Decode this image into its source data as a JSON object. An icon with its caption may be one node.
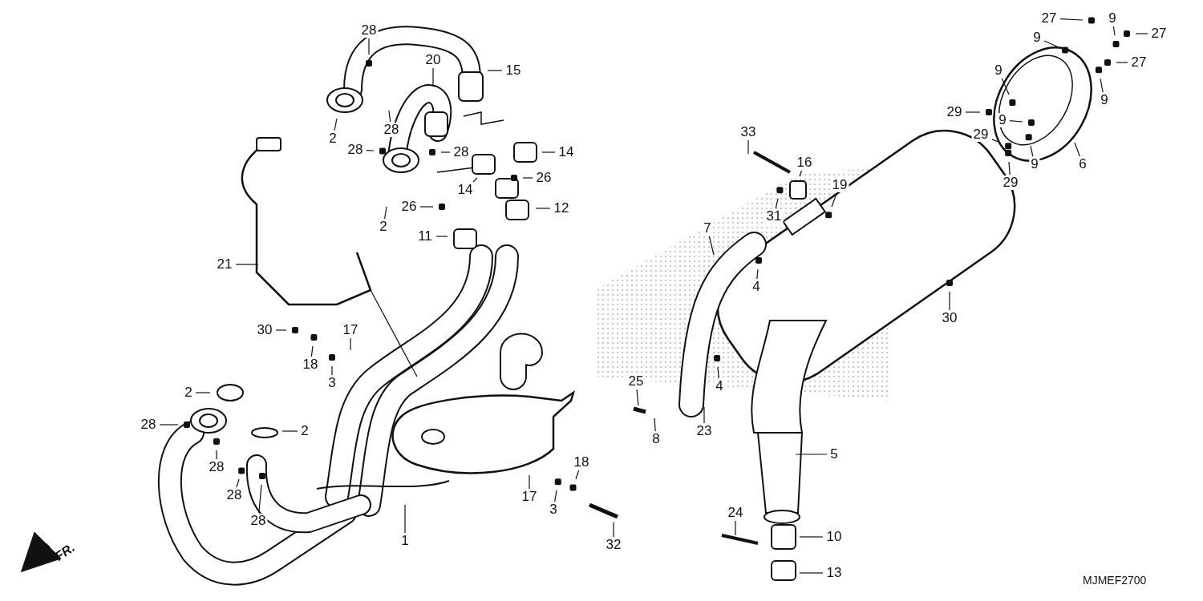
{
  "diagram": {
    "nodes": [
      {
        "text": [
          "28"
        ]
      },
      {
        "text": [
          "15"
        ]
      },
      {
        "text": [
          "20"
        ]
      },
      {
        "text": [
          "2"
        ]
      },
      {
        "text": [
          "28"
        ]
      },
      {
        "text": [
          "28"
        ]
      },
      {
        "text": [
          "28"
        ]
      },
      {
        "text": [
          "14"
        ]
      },
      {
        "text": [
          "26"
        ]
      },
      {
        "text": [
          "14"
        ]
      },
      {
        "text": [
          "2"
        ]
      },
      {
        "text": [
          "26"
        ]
      },
      {
        "text": [
          "12"
        ]
      },
      {
        "text": [
          "11"
        ]
      },
      {
        "text": [
          "21"
        ]
      },
      {
        "text": [
          "30"
        ]
      },
      {
        "text": [
          "17"
        ]
      },
      {
        "text": [
          "18"
        ]
      },
      {
        "text": [
          "3"
        ]
      },
      {
        "text": [
          "2"
        ]
      },
      {
        "text": [
          "28"
        ]
      },
      {
        "text": [
          "2"
        ]
      },
      {
        "text": [
          "28"
        ]
      },
      {
        "text": [
          "28"
        ]
      },
      {
        "text": [
          "28"
        ]
      },
      {
        "text": [
          "1"
        ]
      },
      {
        "text": [
          "17"
        ]
      },
      {
        "text": [
          "3"
        ]
      },
      {
        "text": [
          "18"
        ]
      },
      {
        "text": [
          "32"
        ]
      },
      {
        "text": [
          "25"
        ]
      },
      {
        "text": [
          "8"
        ]
      },
      {
        "text": [
          "23"
        ]
      },
      {
        "text": [
          "4"
        ]
      },
      {
        "text": [
          "7"
        ]
      },
      {
        "text": [
          "4"
        ]
      },
      {
        "text": [
          "33"
        ]
      },
      {
        "text": [
          "31"
        ]
      },
      {
        "text": [
          "16"
        ]
      },
      {
        "text": [
          "19"
        ]
      },
      {
        "text": [
          "30"
        ]
      },
      {
        "text": [
          "5"
        ]
      },
      {
        "text": [
          "24"
        ]
      },
      {
        "text": [
          "10"
        ]
      },
      {
        "text": [
          "13"
        ]
      },
      {
        "text": [
          "27"
        ]
      },
      {
        "text": [
          "9"
        ]
      },
      {
        "text": [
          "9"
        ]
      },
      {
        "text": [
          "27"
        ]
      },
      {
        "text": [
          "27"
        ]
      },
      {
        "text": [
          "9"
        ]
      },
      {
        "text": [
          "9"
        ]
      },
      {
        "text": [
          "29"
        ]
      },
      {
        "text": [
          "9"
        ]
      },
      {
        "text": [
          "29"
        ]
      },
      {
        "text": [
          "9"
        ]
      },
      {
        "text": [
          "6"
        ]
      },
      {
        "text": [
          "29"
        ]
      }
    ],
    "edges": [
      {
        "from": 0,
        "to": null,
        "arrow": "none"
      },
      {
        "from": 1,
        "to": null,
        "arrow": "none"
      },
      {
        "from": 2,
        "to": null,
        "arrow": "none"
      },
      {
        "from": 3,
        "to": null,
        "arrow": "none"
      },
      {
        "from": 4,
        "to": null,
        "arrow": "none"
      },
      {
        "from": 5,
        "to": null,
        "arrow": "none"
      },
      {
        "from": 6,
        "to": null,
        "arrow": "none"
      },
      {
        "from": 7,
        "to": null,
        "arrow": "none"
      },
      {
        "from": 8,
        "to": null,
        "arrow": "none"
      },
      {
        "from": 9,
        "to": null,
        "arrow": "none"
      },
      {
        "from": 10,
        "to": null,
        "arrow": "none"
      },
      {
        "from": 11,
        "to": null,
        "arrow": "none"
      },
      {
        "from": 12,
        "to": null,
        "arrow": "none"
      },
      {
        "from": 13,
        "to": null,
        "arrow": "none"
      },
      {
        "from": 14,
        "to": null,
        "arrow": "none"
      },
      {
        "from": 15,
        "to": null,
        "arrow": "none"
      },
      {
        "from": 16,
        "to": null,
        "arrow": "none"
      },
      {
        "from": 17,
        "to": null,
        "arrow": "none"
      },
      {
        "from": 18,
        "to": null,
        "arrow": "none"
      },
      {
        "from": 19,
        "to": null,
        "arrow": "none"
      },
      {
        "from": 20,
        "to": null,
        "arrow": "none"
      },
      {
        "from": 21,
        "to": null,
        "arrow": "none"
      },
      {
        "from": 22,
        "to": null,
        "arrow": "none"
      },
      {
        "from": 23,
        "to": null,
        "arrow": "none"
      },
      {
        "from": 24,
        "to": null,
        "arrow": "none"
      },
      {
        "from": 25,
        "to": null,
        "arrow": "none"
      },
      {
        "from": 26,
        "to": null,
        "arrow": "none"
      },
      {
        "from": 27,
        "to": null,
        "arrow": "none"
      },
      {
        "from": 28,
        "to": null,
        "arrow": "none"
      },
      {
        "from": 29,
        "to": null,
        "arrow": "none"
      },
      {
        "from": 30,
        "to": null,
        "arrow": "none"
      },
      {
        "from": 31,
        "to": null,
        "arrow": "none"
      },
      {
        "from": 32,
        "to": null,
        "arrow": "none"
      },
      {
        "from": 33,
        "to": null,
        "arrow": "none"
      },
      {
        "from": 34,
        "to": null,
        "arrow": "none"
      },
      {
        "from": 35,
        "to": null,
        "arrow": "none"
      },
      {
        "from": 36,
        "to": null,
        "arrow": "none"
      },
      {
        "from": 37,
        "to": null,
        "arrow": "none"
      },
      {
        "from": 38,
        "to": null,
        "arrow": "none"
      },
      {
        "from": 39,
        "to": null,
        "arrow": "none"
      },
      {
        "from": 40,
        "to": null,
        "arrow": "none"
      },
      {
        "from": 41,
        "to": null,
        "arrow": "none"
      },
      {
        "from": 42,
        "to": null,
        "arrow": "none"
      },
      {
        "from": 43,
        "to": null,
        "arrow": "none"
      },
      {
        "from": 44,
        "to": null,
        "arrow": "none"
      },
      {
        "from": 45,
        "to": null,
        "arrow": "none"
      },
      {
        "from": 46,
        "to": null,
        "arrow": "none"
      },
      {
        "from": 47,
        "to": null,
        "arrow": "none"
      },
      {
        "from": 48,
        "to": null,
        "arrow": "none"
      },
      {
        "from": 49,
        "to": null,
        "arrow": "none"
      },
      {
        "from": 50,
        "to": null,
        "arrow": "none"
      },
      {
        "from": 51,
        "to": null,
        "arrow": "none"
      },
      {
        "from": 52,
        "to": null,
        "arrow": "none"
      },
      {
        "from": 53,
        "to": null,
        "arrow": "none"
      },
      {
        "from": 54,
        "to": null,
        "arrow": "none"
      },
      {
        "from": 55,
        "to": null,
        "arrow": "none"
      },
      {
        "from": 56,
        "to": null,
        "arrow": "none"
      },
      {
        "from": 57,
        "to": null,
        "arrow": "none"
      }
    ],
    "labels": [
      "FR.",
      "MJMEF2700"
    ]
  }
}
